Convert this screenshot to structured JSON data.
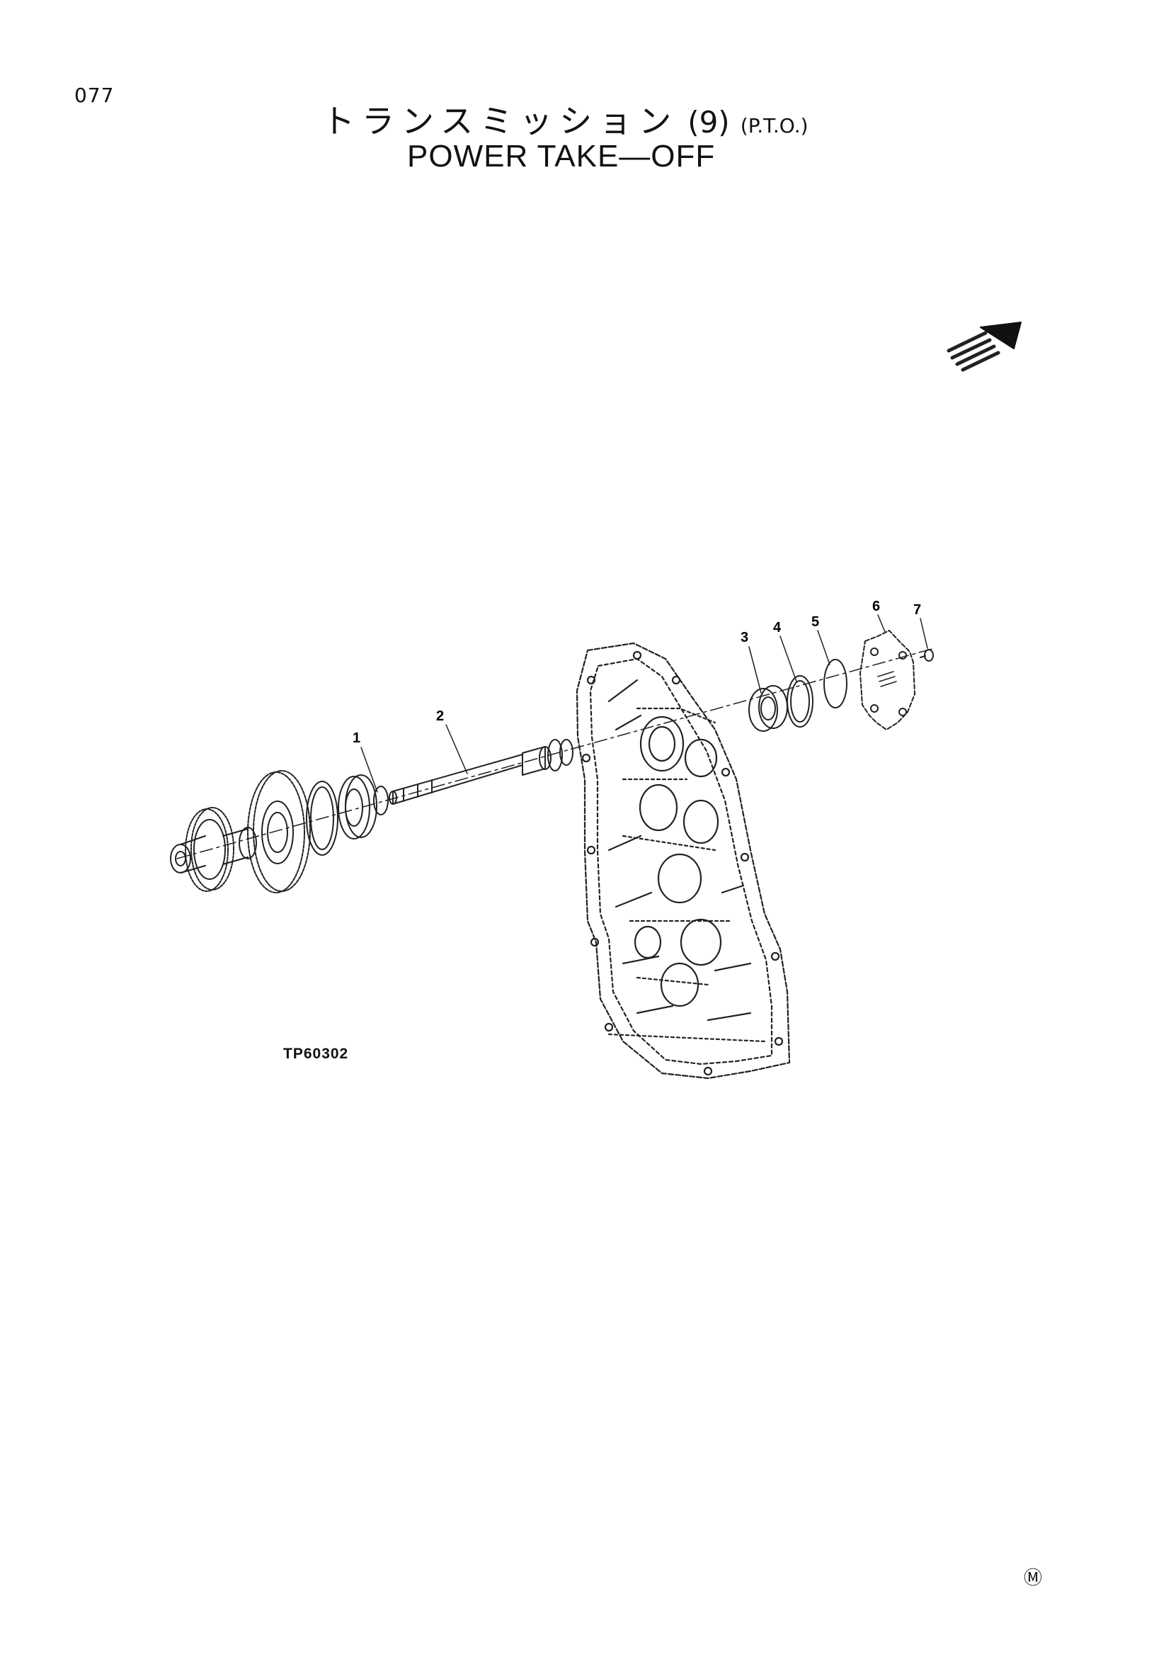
{
  "page_number": "077",
  "title_jp": "トランスミッション",
  "title_jp_number": "(9)",
  "title_pto": "(P.T.O.)",
  "title_en": "POWER TAKE—OFF",
  "figure_id": "TP60302",
  "callouts": [
    "1",
    "2",
    "3",
    "4",
    "5",
    "6",
    "7"
  ],
  "corner_mark": "Ⓜ",
  "icons": [
    "direction-arrow-icon"
  ]
}
